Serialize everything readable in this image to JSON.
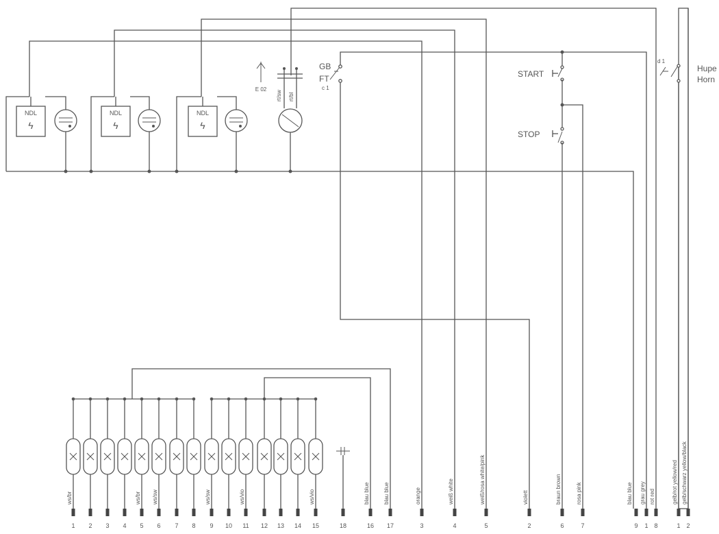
{
  "ndl_label": "NDL",
  "relay_labels": {
    "gb": "GB",
    "ft": "FT",
    "c1": "c 1",
    "d1": "d 1",
    "e02": "E 02",
    "rt_sw": "rt/sw",
    "rt_bl": "rt/bl"
  },
  "switches": {
    "start": "START",
    "stop": "STOP",
    "horn_de": "Hupe",
    "horn_en": "Horn"
  },
  "connector": {
    "pins": [
      "1",
      "2",
      "3",
      "4",
      "5",
      "6",
      "7",
      "8",
      "9",
      "10",
      "11",
      "12",
      "13",
      "14",
      "15",
      "18",
      "16",
      "17",
      "3",
      "4",
      "5",
      "2",
      "6",
      "7",
      "9",
      "1",
      "8",
      "1",
      "2"
    ],
    "lamp_labels": {
      "p1": "ws/br",
      "p5": "ws/br",
      "p6": "ws/sw",
      "p9": "ws/sw",
      "p11": "ws/vio",
      "p15": "ws/vio"
    },
    "wire_labels": {
      "blau_blue": "blau   blue",
      "blau_blue2": "blau   blue",
      "orange": "orange",
      "weiss_white": "weiß white",
      "weiss_rosa": "weiß/rosa   white/pink",
      "violett": "violett",
      "braun_brown": "braun   brown",
      "rosa_pink": "rosa   pink",
      "blau_blue3": "blau   blue",
      "grau_grey": "grau   grey",
      "rot_red": "rot   red",
      "gelb_rot": "gelb/rot   yellow/red",
      "gelb_schwarz": "gelb/schwarz   yellow/black"
    }
  }
}
